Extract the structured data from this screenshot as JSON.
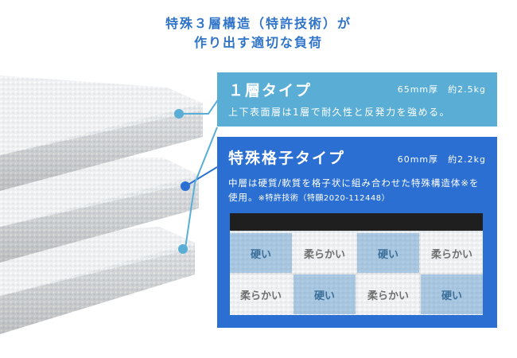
{
  "header": {
    "line1": "特殊３層構造（特許技術）が",
    "line2": "作り出す適切な負荷"
  },
  "card_single": {
    "name": "１層タイプ",
    "spec": "65mm厚　約2.5kg",
    "desc": "上下表面層は1層で耐久性と反発力を強める。",
    "color": "#5aaed6"
  },
  "card_lattice": {
    "name": "特殊格子タイプ",
    "spec": "60mm厚　約2.2kg",
    "desc": "中層は硬質/軟質を格子状に組み合わせた特殊構造体",
    "desc_suffix": "※を使用。",
    "desc_note": "※特許技術（特願2020-112448）",
    "color": "#2b6fd3"
  },
  "lattice": {
    "row1": [
      "硬い",
      "柔らかい",
      "硬い",
      "柔らかい"
    ],
    "row2": [
      "柔らかい",
      "硬い",
      "柔らかい",
      "硬い"
    ]
  },
  "colors": {
    "title": "#2f74c9",
    "hard_cell": "#74aad6",
    "dot_light": "#5aaed6",
    "dot_dark": "#2b6fd3"
  }
}
